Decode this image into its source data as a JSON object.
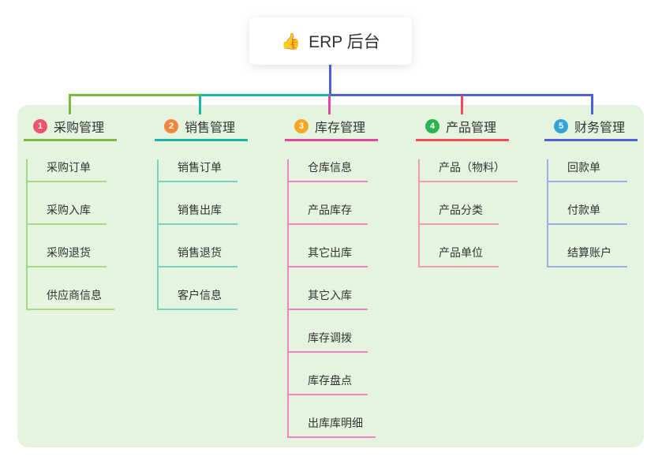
{
  "root": {
    "label": "ERP 后台",
    "icon_glyph": "👍",
    "line_color": "#4d60d4"
  },
  "panel": {
    "bg": "#e4f4df"
  },
  "branches": [
    {
      "badge": "1",
      "label": "采购管理",
      "badge_color": "#f4516c",
      "line_color": "#7cb93e",
      "child_line_color": "#abd687",
      "children": [
        "采购订单",
        "采购入库",
        "采购退货",
        "供应商信息"
      ]
    },
    {
      "badge": "2",
      "label": "销售管理",
      "badge_color": "#f5863b",
      "line_color": "#1ab5a8",
      "child_line_color": "#76d2c8",
      "children": [
        "销售订单",
        "销售出库",
        "销售退货",
        "客户信息"
      ]
    },
    {
      "badge": "3",
      "label": "库存管理",
      "badge_color": "#f5a623",
      "line_color": "#e2459e",
      "child_line_color": "#f083c0",
      "children": [
        "仓库信息",
        "产品库存",
        "其它出库",
        "其它入库",
        "库存调拨",
        "库存盘点",
        "出库库明细"
      ]
    },
    {
      "badge": "4",
      "label": "产品管理",
      "badge_color": "#2cb44e",
      "line_color": "#f4495b",
      "child_line_color": "#f79ba3",
      "children": [
        "产品（物料）",
        "产品分类",
        "产品单位"
      ]
    },
    {
      "badge": "5",
      "label": "财务管理",
      "badge_color": "#31a4dc",
      "line_color": "#4d60d4",
      "child_line_color": "#9cade9",
      "children": [
        "回款单",
        "付款单",
        "结算账户"
      ]
    }
  ]
}
